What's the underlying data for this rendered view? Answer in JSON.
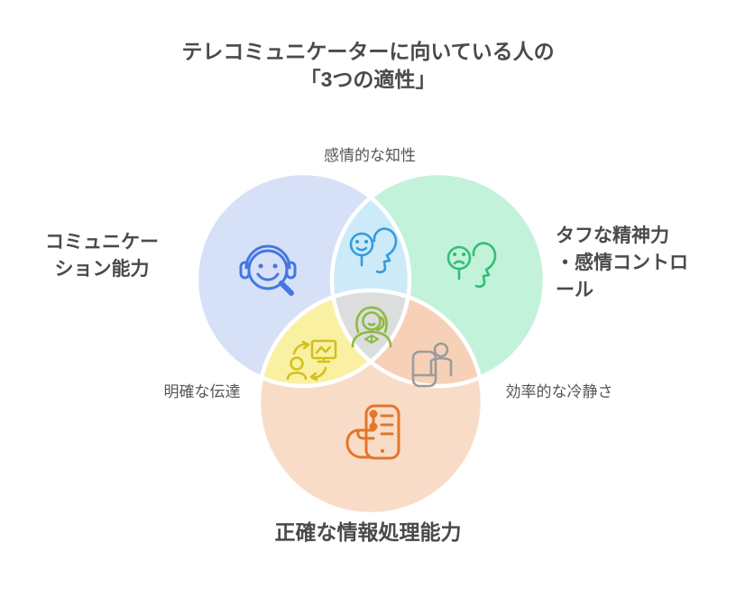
{
  "title": {
    "line1": "テレコミュニケーターに向いている人の",
    "line2": "「3つの適性」"
  },
  "labels": {
    "communication_line1": "コミュニケー",
    "communication_line2": "ション能力",
    "mental_line1": "タフな精神力",
    "mental_line2": "・感情コントロ",
    "mental_line3": "ール",
    "accuracy": "正確な情報処理能力",
    "emotional_intelligence": "感情的な知性",
    "clear_communication": "明確な伝達",
    "efficient_calmness": "効率的な冷静さ"
  },
  "colors": {
    "background": "#ffffff",
    "title_text": "#4a4a4a",
    "label_text": "#555555",
    "circle_communication": "#d6e1f8",
    "circle_mental": "#c3f2da",
    "circle_accuracy": "#f9dcc8",
    "overlap_emotional": "#cdeaf8",
    "overlap_clear": "#faf0a2",
    "overlap_efficient": "#f6d1b7",
    "overlap_center": "#dcdddd",
    "divider": "#ffffff",
    "icon_headset_smiley": "#4577e0",
    "icon_smiley_head": "#349bdc",
    "icon_sad_head": "#2fbf77",
    "icon_operator_woman": "#8cba3f",
    "icon_exchange_chart": "#d3c01c",
    "icon_person_device": "#9b9b9b",
    "icon_hand_phone": "#e2762a"
  },
  "icons": {
    "headset_smiley": "call-operator-smiley-icon",
    "smiley_head": "emotional-intelligence-head-icon",
    "sad_head": "emotion-control-head-icon",
    "operator_woman": "telecommunicator-woman-icon",
    "exchange_chart": "clear-communication-exchange-icon",
    "person_device": "efficient-person-device-icon",
    "hand_phone": "hand-holding-phone-checklist-icon"
  }
}
